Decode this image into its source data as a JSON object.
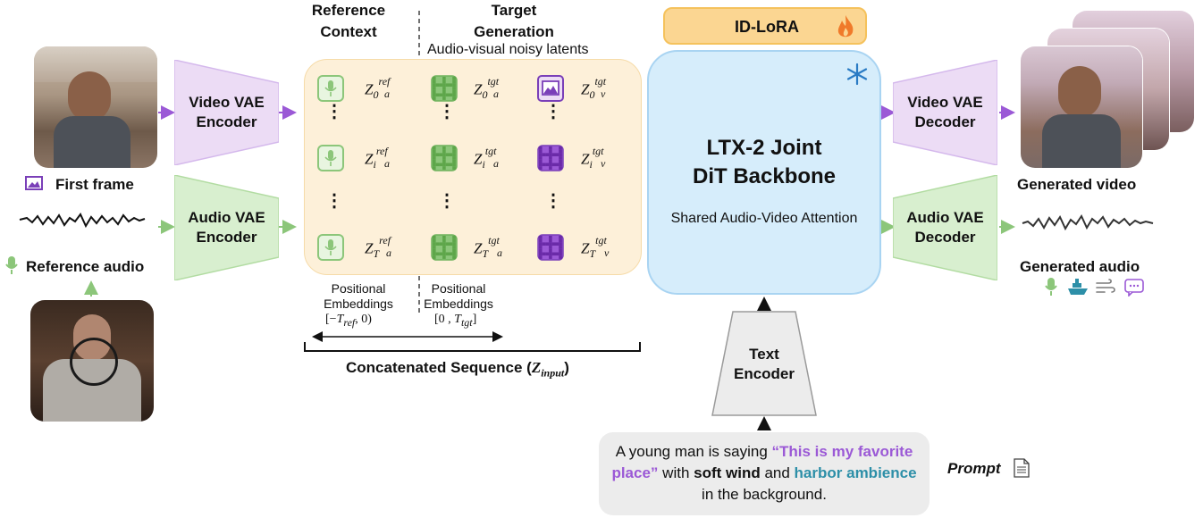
{
  "left": {
    "first_frame_label": "First frame",
    "reference_audio_label": "Reference audio"
  },
  "encoders": {
    "video_line1": "Video VAE",
    "video_line2": "Encoder",
    "audio_line1": "Audio VAE",
    "audio_line2": "Encoder"
  },
  "sequence": {
    "ref_header_line1": "Reference",
    "ref_header_line2": "Context",
    "tgt_header_line1": "Target",
    "tgt_header_line2": "Generation",
    "tgt_subheader": "Audio-visual noisy latents",
    "pos_ref_line1": "Positional",
    "pos_ref_line2": "Embeddings",
    "pos_ref_range": "[−T_ref, 0)",
    "pos_tgt_line1": "Positional",
    "pos_tgt_line2": "Embeddings",
    "pos_tgt_range": "[0 , T_tgt]",
    "concat_label": "Concatenated Sequence (Z_input)",
    "vertical_dots": "⋮"
  },
  "backbone": {
    "lora_label": "ID-LoRA",
    "title_line1": "LTX-2 Joint",
    "title_line2": "DiT Backbone",
    "subtitle": "Shared Audio-Video Attention"
  },
  "decoders": {
    "video_line1": "Video VAE",
    "video_line2": "Decoder",
    "audio_line1": "Audio VAE",
    "audio_line2": "Decoder"
  },
  "right": {
    "generated_video_label": "Generated video",
    "generated_audio_label": "Generated audio"
  },
  "text_encoder": {
    "line1": "Text",
    "line2": "Encoder"
  },
  "prompt": {
    "part1": "A young man is saying ",
    "quote": "“This is my favorite place”",
    "part2": " with ",
    "wind": "soft wind",
    "part3": " and ",
    "harbor": "harbor ambience",
    "part4": " in the background.",
    "label": "Prompt"
  },
  "colors": {
    "purple": "#9b59d6",
    "purple_light": "#ecdcf5",
    "green": "#8cc67a",
    "green_light": "#d8efcf",
    "seq_bg": "#fdf0d9",
    "backbone_bg": "#d6edfb",
    "lora_bg": "#fbd692",
    "teal": "#2d8fa8"
  },
  "icons": [
    "image-icon",
    "microphone-icon",
    "fire-icon",
    "snowflake-icon",
    "boat-icon",
    "wind-icon",
    "speech-bubble-icon",
    "document-icon"
  ]
}
